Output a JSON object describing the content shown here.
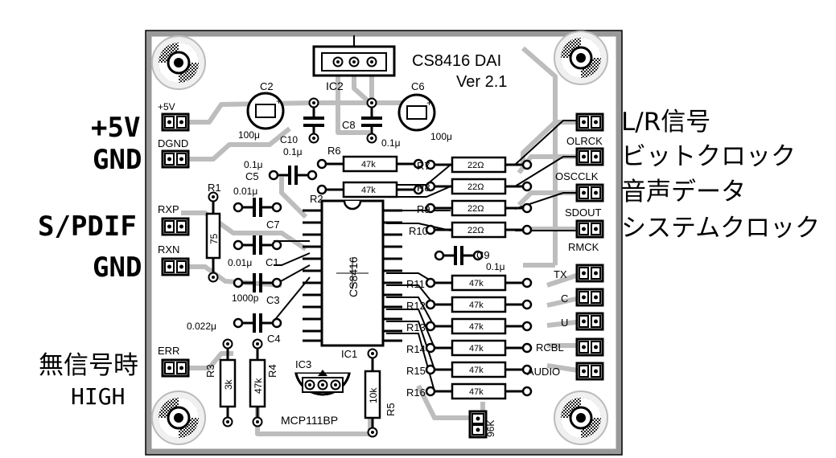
{
  "board": {
    "title": "CS8416 DAI",
    "version": "Ver 2.1",
    "ic_main": "CS8416",
    "ic_main_ref": "IC1",
    "ic_reg_ref": "IC2",
    "ic_reset_ref": "IC3",
    "ic_reset_part": "MCP111BP"
  },
  "left_labels": {
    "plus5v": "+5V",
    "gnd_top": "GND",
    "spdif": "S/PDIF",
    "gnd_bottom": "GND",
    "no_signal": "無信号時",
    "high": "HIGH"
  },
  "right_labels": {
    "lr_signal": "L/R信号",
    "bit_clock": "ビットクロック",
    "audio_data": "音声データ",
    "system_clock": "システムクロック"
  },
  "connectors": {
    "plus5v": "+5V",
    "dgnd": "DGND",
    "rxp": "RXP",
    "rxn": "RXN",
    "err": "ERR",
    "olrck": "OLRCK",
    "osclk": "OSCCLK",
    "sdout": "SDOUT",
    "rmck": "RMCK",
    "tx": "TX",
    "c": "C",
    "u": "U",
    "rcbl": "RCBL",
    "audio": "AUDIO",
    "jumper": "96K"
  },
  "parts": {
    "c2": "C2",
    "c2_val": "100μ",
    "c6": "C6",
    "c6_val": "100μ",
    "c8": "C8",
    "c8_val": "0.1μ",
    "c10": "C10",
    "c10_val": "0.1μ",
    "c5": "C5",
    "c5_val": "0.1μ",
    "c7": "C7",
    "c7_val": "0.01μ",
    "c1": "C1",
    "c1_val": "0.01μ",
    "c3": "C3",
    "c3_val": "1000p",
    "c4": "C4",
    "c4_val": "0.022μ",
    "c9": "C9",
    "c9_val": "0.1μ",
    "r1": "R1",
    "r1_val": "75",
    "r2": "R2",
    "r3": "R3",
    "r3_val": "3k",
    "r4": "R4",
    "r4_val": "47k",
    "r5": "R5",
    "r5_val": "10k",
    "r6": "R6",
    "r6_val": "47k",
    "r2_val": "47k",
    "r7": "R7",
    "r8": "R8",
    "r9": "R9",
    "r10": "R10",
    "r7_10_val": "22Ω",
    "r11": "R11",
    "r12": "R12",
    "r13": "R13",
    "r14": "R14",
    "r15": "R15",
    "r16": "R16",
    "r11_16_val": "47k"
  }
}
